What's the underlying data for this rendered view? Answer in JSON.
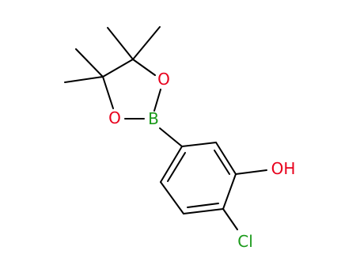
{
  "molecule": {
    "atoms": {
      "boron": {
        "label": "B",
        "color": "#1a9a1a"
      },
      "oxygen_ring_right": {
        "label": "O",
        "color": "#e8001c"
      },
      "oxygen_ring_left": {
        "label": "O",
        "color": "#e8001c"
      },
      "hydroxyl": {
        "label": "OH",
        "color": "#e8001c"
      },
      "chlorine": {
        "label": "Cl",
        "color": "#1a9a1a"
      }
    },
    "bond_color": "#000000",
    "background": "#ffffff"
  }
}
